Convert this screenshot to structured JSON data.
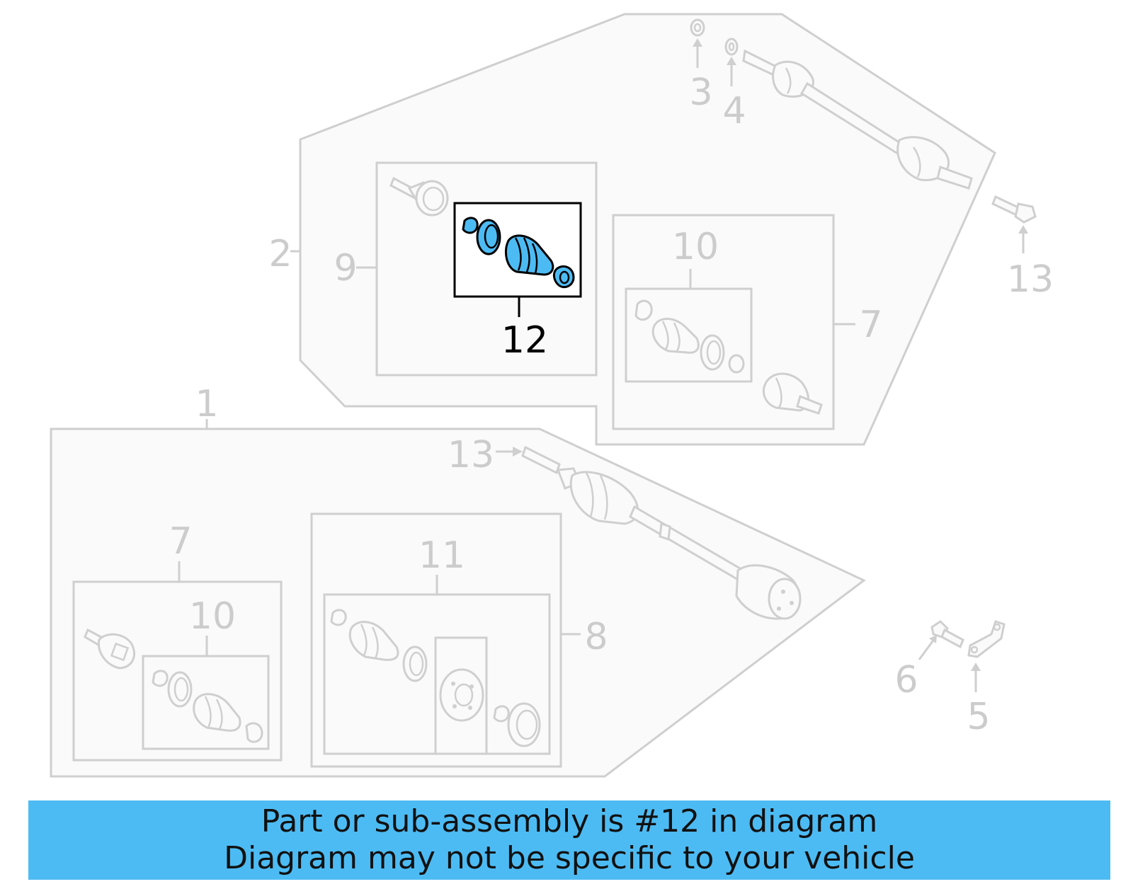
{
  "diagram": {
    "highlighted_part": "12",
    "highlight_color": "#4dbbf3",
    "labels": {
      "l1": "1",
      "l2": "2",
      "l3": "3",
      "l4": "4",
      "l5": "5",
      "l6": "6",
      "l7_top": "7",
      "l7_bottom": "7",
      "l8": "8",
      "l9": "9",
      "l10_top": "10",
      "l10_bottom": "10",
      "l11": "11",
      "l12": "12",
      "l13_right": "13",
      "l13_left": "13"
    }
  },
  "banner": {
    "line1": "Part or sub-assembly is #12 in diagram",
    "line2": "Diagram may not be specific to your vehicle",
    "background": "#4dbbf3"
  }
}
